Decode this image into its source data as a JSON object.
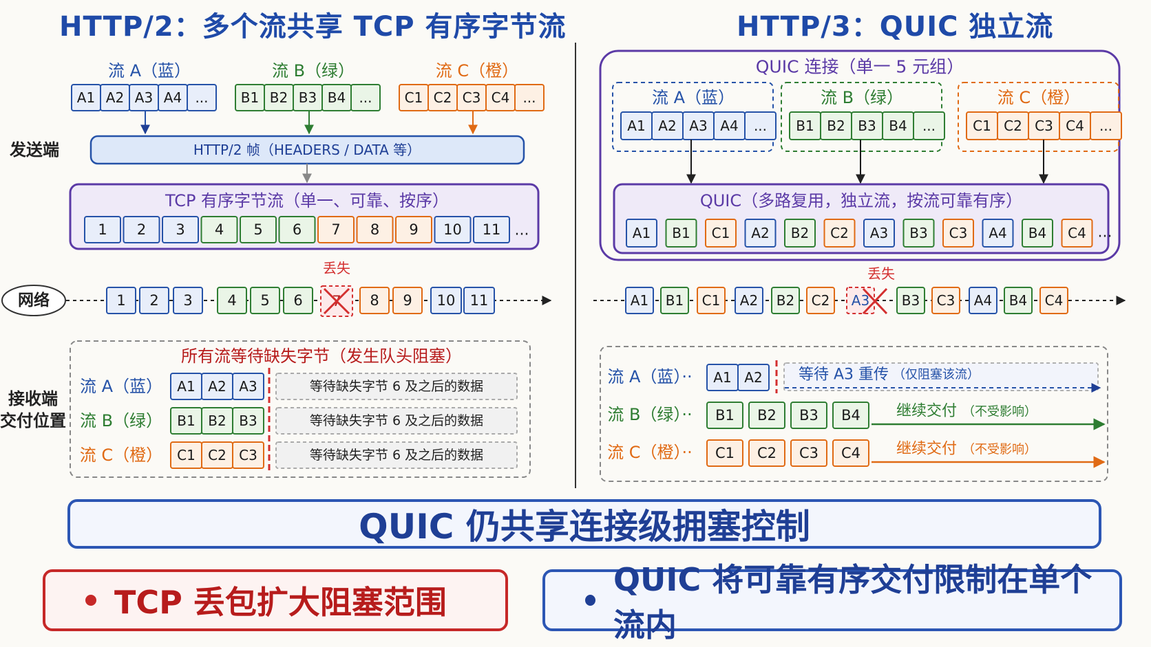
{
  "left": {
    "title": "HTTP/2：多个流共享 TCP 有序字节流",
    "streams": [
      {
        "label": "流 A（蓝）",
        "cells": [
          "A1",
          "A2",
          "A3",
          "A4",
          "..."
        ],
        "color": "#2552a8",
        "fill": "#e8eefa"
      },
      {
        "label": "流 B（绿）",
        "cells": [
          "B1",
          "B2",
          "B3",
          "B4",
          "..."
        ],
        "color": "#2e7d32",
        "fill": "#eaf5e7"
      },
      {
        "label": "流 C（橙）",
        "cells": [
          "C1",
          "C2",
          "C3",
          "C4",
          "..."
        ],
        "color": "#e06a14",
        "fill": "#fdf0e4"
      }
    ],
    "sender_label": "发送端",
    "frame_label": "HTTP/2 帧（HEADERS / DATA 等）",
    "tcp_label": "TCP 有序字节流（单一、可靠、按序）",
    "tcp_bytes": [
      "1",
      "2",
      "3",
      "4",
      "5",
      "6",
      "7",
      "8",
      "9",
      "10",
      "11"
    ],
    "tcp_more": "...",
    "network_label": "网络",
    "lost_label": "丢失",
    "net_bytes": [
      "1",
      "2",
      "3",
      "4",
      "5",
      "6",
      "7",
      "8",
      "9",
      "10",
      "11"
    ],
    "lost_byte": "7",
    "receiver_title": "所有流等待缺失字节（发生队头阻塞）",
    "receiver_side_label": [
      "接收端",
      "交付位置"
    ],
    "receiver_rows": [
      {
        "label": "流 A（蓝）",
        "cells": [
          "A1",
          "A2",
          "A3"
        ],
        "wait": "等待缺失字节 6 及之后的数据"
      },
      {
        "label": "流 B（绿）",
        "cells": [
          "B1",
          "B2",
          "B3"
        ],
        "wait": "等待缺失字节 6 及之后的数据"
      },
      {
        "label": "流 C（橙）",
        "cells": [
          "C1",
          "C2",
          "C3"
        ],
        "wait": "等待缺失字节 6 及之后的数据"
      }
    ]
  },
  "right": {
    "title": "HTTP/3：QUIC 独立流",
    "conn_label": "QUIC 连接（单一 5 元组）",
    "streams": [
      {
        "label": "流 A（蓝）",
        "cells": [
          "A1",
          "A2",
          "A3",
          "A4",
          "..."
        ]
      },
      {
        "label": "流 B（绿）",
        "cells": [
          "B1",
          "B2",
          "B3",
          "B4",
          "..."
        ]
      },
      {
        "label": "流 C（橙）",
        "cells": [
          "C1",
          "C2",
          "C3",
          "C4",
          "..."
        ]
      }
    ],
    "mux_label": "QUIC（多路复用，独立流，按流可靠有序）",
    "mux_packets": [
      "A1",
      "B1",
      "C1",
      "A2",
      "B2",
      "C2",
      "A3",
      "B3",
      "C3",
      "A4",
      "B4",
      "C4"
    ],
    "mux_more": "...",
    "lost_label": "丢失",
    "net_packets": [
      "A1",
      "B1",
      "C1",
      "A2",
      "B2",
      "C2",
      "A3",
      "B3",
      "C3",
      "A4",
      "B4",
      "C4"
    ],
    "lost_packet": "A3",
    "receiver_rows": [
      {
        "label": "流 A（蓝）··",
        "cells": [
          "A1",
          "A2"
        ],
        "note": "等待 A3 重传",
        "note_small": "（仅阻塞该流）"
      },
      {
        "label": "流 B（绿）··",
        "cells": [
          "B1",
          "B2",
          "B3",
          "B4"
        ],
        "note": "继续交付",
        "note_small": "（不受影响）"
      },
      {
        "label": "流 C（橙）··",
        "cells": [
          "C1",
          "C2",
          "C3",
          "C4"
        ],
        "note": "继续交付",
        "note_small": "（不受影响）"
      }
    ]
  },
  "banner": "QUIC 仍共享连接级拥塞控制",
  "bottom_left": "TCP 丢包扩大阻塞范围",
  "bottom_right": "QUIC 将可靠有序交付限制在单个流内",
  "colors": {
    "blue": "#2552a8",
    "green": "#2e7d32",
    "orange": "#e06a14",
    "purple": "#5b3aa6",
    "red": "#d32f2f",
    "gray": "#888888"
  }
}
